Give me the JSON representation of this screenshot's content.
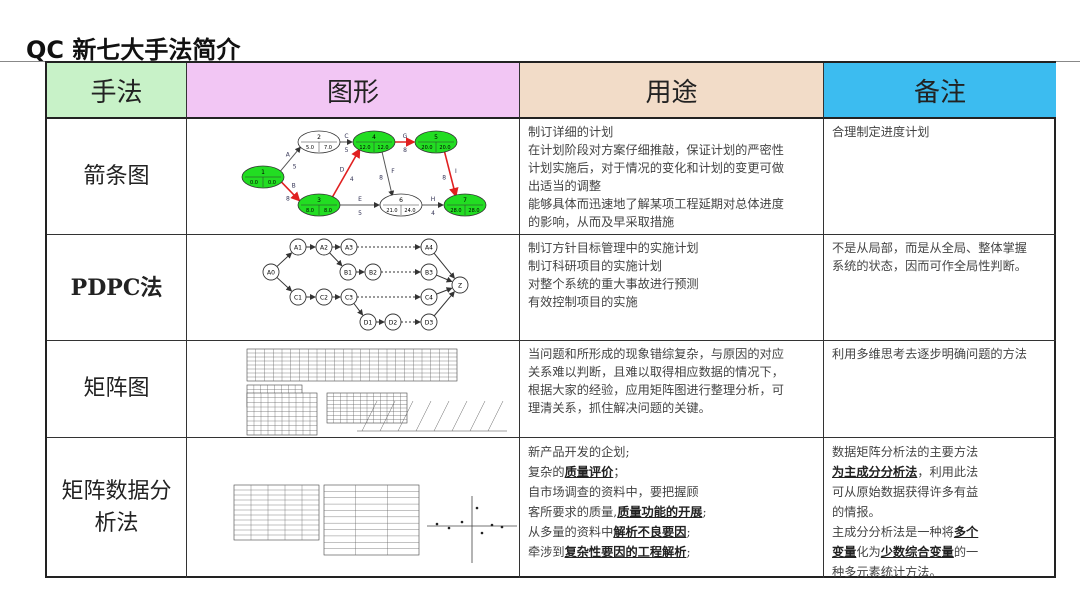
{
  "title": "QC 新七大手法简介",
  "headers": [
    "手法",
    "图形",
    "用途",
    "备注"
  ],
  "header_colors": [
    "#c8f2c8",
    "#f2c6f4",
    "#f2dcc8",
    "#3cbcf0"
  ],
  "rows": [
    {
      "name": "箭条图",
      "uses": [
        [
          {
            "t": "制订详细的计划"
          }
        ],
        [
          {
            "t": "在计划阶段对方案仔细推敲，保证计划的严密性"
          }
        ],
        [
          {
            "t": "计划实施后，对于情况的变化和计划的变更可做"
          }
        ],
        [
          {
            "t": "出适当的调整"
          }
        ],
        [
          {
            "t": "能够具体而迅速地了解某项工程延期对总体进度"
          }
        ],
        [
          {
            "t": "的影响，从而及早采取措施"
          }
        ]
      ],
      "notes": [
        [
          {
            "t": "合理制定进度计划"
          }
        ]
      ]
    },
    {
      "name": "PDPC法",
      "uses": [
        [
          {
            "t": "制订方针目标管理中的实施计划"
          }
        ],
        [
          {
            "t": "制订科研项目的实施计划"
          }
        ],
        [
          {
            "t": "对整个系统的重大事故进行预测"
          }
        ],
        [
          {
            "t": "有效控制项目的实施"
          }
        ]
      ],
      "notes": [
        [
          {
            "t": "不是从局部，而是从全局、整体掌握"
          }
        ],
        [
          {
            "t": "系统的状态，因而可作全局性判断。"
          }
        ]
      ]
    },
    {
      "name": "矩阵图",
      "uses": [
        [
          {
            "t": "当问题和所形成的现象错综复杂，与原因的对应"
          }
        ],
        [
          {
            "t": "关系难以判断，且难以取得相应数据的情况下，"
          }
        ],
        [
          {
            "t": "根据大家的经验，应用矩阵图进行整理分析，可"
          }
        ],
        [
          {
            "t": "理清关系，抓住解决问题的关键。"
          }
        ]
      ],
      "notes": [
        [
          {
            "t": "利用多维思考去逐步明确问题的方法"
          }
        ]
      ]
    },
    {
      "name": "矩阵数据分析法",
      "uses": [
        [
          {
            "t": "新产品开发的企划;"
          }
        ],
        [
          {
            "t": "复杂的"
          },
          {
            "t": "质量评价",
            "u": true
          },
          {
            "t": "；"
          }
        ],
        [
          {
            "t": "自市场调查的资料中，要把握顾"
          }
        ],
        [
          {
            "t": "客所要求的质量,"
          },
          {
            "t": "质量功能的开展",
            "u": true
          },
          {
            "t": ";"
          }
        ],
        [
          {
            "t": "从多量的资料中"
          },
          {
            "t": "解析不良要因",
            "u": true
          },
          {
            "t": ";"
          }
        ],
        [
          {
            "t": "牵涉到"
          },
          {
            "t": "复杂性要因的工程解析",
            "u": true
          },
          {
            "t": ";"
          }
        ]
      ],
      "notes": [
        [
          {
            "t": "数据矩阵分析法的主要方法"
          }
        ],
        [
          {
            "t": "为主成分分析法",
            "u": true
          },
          {
            "t": "，利用此法"
          }
        ],
        [
          {
            "t": "可从原始数据获得许多有益"
          }
        ],
        [
          {
            "t": "的情报。"
          }
        ],
        [
          {
            "t": "主成分分析法是一种将"
          },
          {
            "t": "多个",
            "u": true
          }
        ],
        [
          {
            "t": "变量",
            "u": true
          },
          {
            "t": "化为"
          },
          {
            "t": "少数综合变量",
            "u": true
          },
          {
            "t": "的一"
          }
        ],
        [
          {
            "t": "种多元素统计方法。"
          }
        ]
      ]
    }
  ],
  "arrow_diagram": {
    "nodes": [
      {
        "id": "1",
        "es": "0.0",
        "ls": "0.0",
        "critical": true
      },
      {
        "id": "2",
        "es": "5.0",
        "ls": "7.0",
        "critical": false
      },
      {
        "id": "3",
        "es": "8.0",
        "ls": "8.0",
        "critical": true
      },
      {
        "id": "4",
        "es": "12.0",
        "ls": "12.0",
        "critical": true
      },
      {
        "id": "5",
        "es": "20.0",
        "ls": "20.0",
        "critical": true
      },
      {
        "id": "6",
        "es": "21.0",
        "ls": "24.0",
        "critical": false
      },
      {
        "id": "7",
        "es": "28.0",
        "ls": "28.0",
        "critical": true
      }
    ],
    "edges": [
      {
        "from": "1",
        "to": "2",
        "label": "A",
        "dur": "5",
        "critical": false
      },
      {
        "from": "1",
        "to": "3",
        "label": "B",
        "dur": "8",
        "critical": true
      },
      {
        "from": "2",
        "to": "4",
        "label": "C",
        "dur": "5",
        "critical": false
      },
      {
        "from": "3",
        "to": "4",
        "label": "D",
        "dur": "4",
        "critical": true
      },
      {
        "from": "4",
        "to": "5",
        "label": "G",
        "dur": "8",
        "critical": true
      },
      {
        "from": "4",
        "to": "6",
        "label": "F",
        "dur": "8",
        "critical": false
      },
      {
        "from": "3",
        "to": "6",
        "label": "E",
        "dur": "5",
        "critical": false
      },
      {
        "from": "5",
        "to": "7",
        "label": "I",
        "dur": "8",
        "critical": true
      },
      {
        "from": "6",
        "to": "7",
        "label": "H",
        "dur": "4",
        "critical": false
      }
    ]
  },
  "pdpc_diagram": {
    "nodes": [
      "A0",
      "A1",
      "A2",
      "A3",
      "A4",
      "B1",
      "B2",
      "B3",
      "C1",
      "C2",
      "C3",
      "C4",
      "D1",
      "D2",
      "D3",
      "Z"
    ]
  }
}
